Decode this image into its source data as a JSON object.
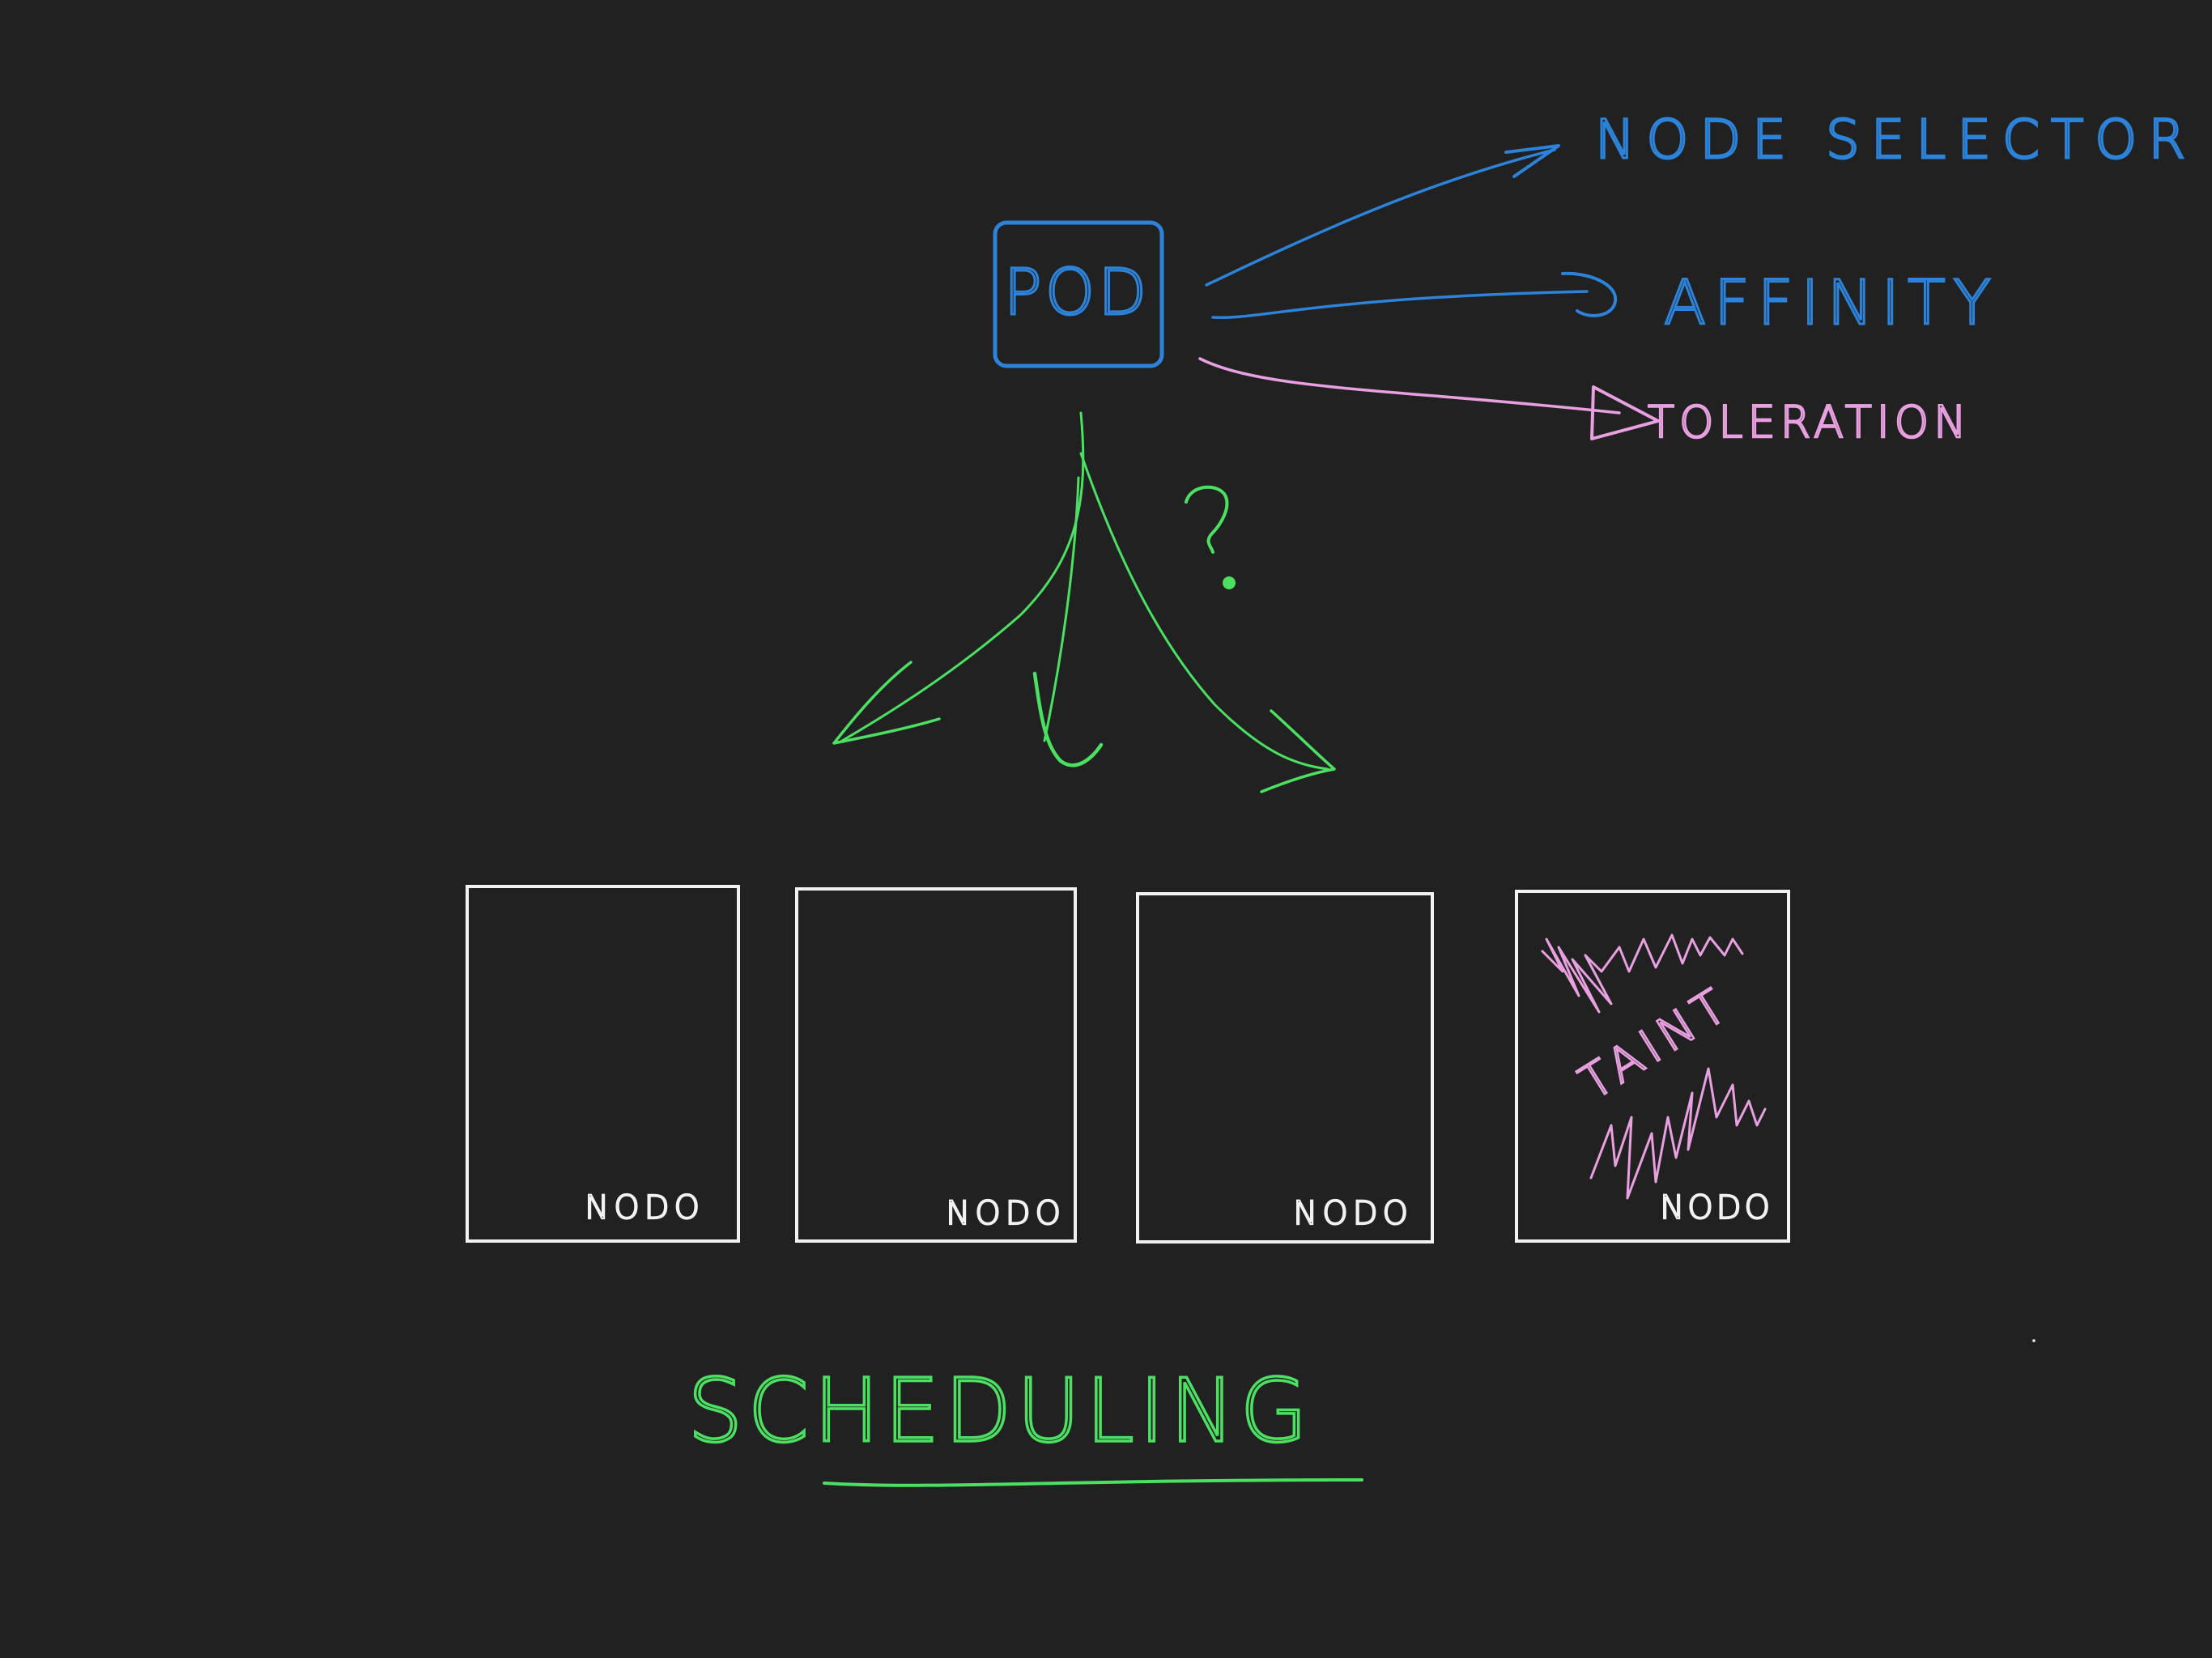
{
  "colors": {
    "background": "#212121",
    "blue": "#2d82d9",
    "pink": "#e8a0e0",
    "green": "#4ce063",
    "white": "#f2f2f2"
  },
  "pod": {
    "label": "POD"
  },
  "options": [
    {
      "label": "NODE SELECTOR",
      "color": "blue"
    },
    {
      "label": "AFFINITY",
      "color": "blue"
    },
    {
      "label": "TOLERATION",
      "color": "pink"
    }
  ],
  "question_mark": "?",
  "nodes": [
    {
      "label": "NODO",
      "tainted": false
    },
    {
      "label": "NODO",
      "tainted": false
    },
    {
      "label": "NODO",
      "tainted": false
    },
    {
      "label": "NODO",
      "tainted": true,
      "taint_label": "TAINT"
    }
  ],
  "title": "SCHEDULING"
}
